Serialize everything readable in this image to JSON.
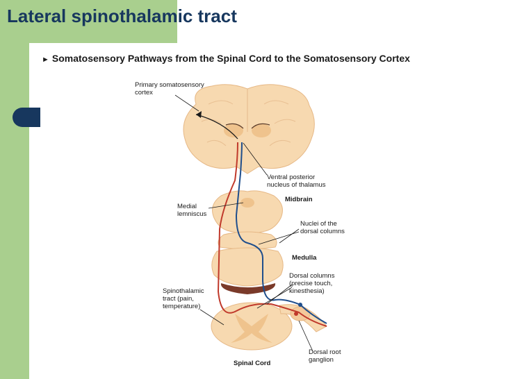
{
  "slide": {
    "title": "Lateral spinothalamic tract",
    "subtitle": "Somatosensory Pathways from the Spinal Cord to the Somatosensory Cortex",
    "marker": "►"
  },
  "labels": {
    "primary_cortex": "Primary somatosensory\ncortex",
    "ventral_posterior": "Ventral posterior\nnucleus of thalamus",
    "midbrain": "Midbrain",
    "medial_lemniscus": "Medial\nlemniscus",
    "nuclei_dorsal": "Nuclei of the\ndorsal columns",
    "medulla": "Medulla",
    "dorsal_columns": "Dorsal columns\n(precise touch,\nkinesthesia)",
    "spinothalamic": "Spinothalamic\ntract (pain,\ntemperature)",
    "dorsal_root": "Dorsal root\nganglion",
    "spinal_cord": "Spinal Cord"
  },
  "colors": {
    "title": "#17375e",
    "accent_green": "#a9cf8e",
    "tissue": "#f7d9b0",
    "tissue_dark": "#efc38d",
    "pathway_red": "#c0392b",
    "pathway_blue": "#1f4e8c"
  }
}
